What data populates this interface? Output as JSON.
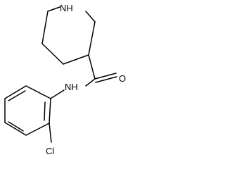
{
  "molecule": {
    "atoms": {
      "ring_nitrogen": "NH",
      "carbonyl_oxygen": "O",
      "amide_nitrogen": "NH",
      "chlorine": "Cl"
    },
    "colors": {
      "bond": "#000000",
      "label": "#000000",
      "background": "#ffffff"
    }
  }
}
